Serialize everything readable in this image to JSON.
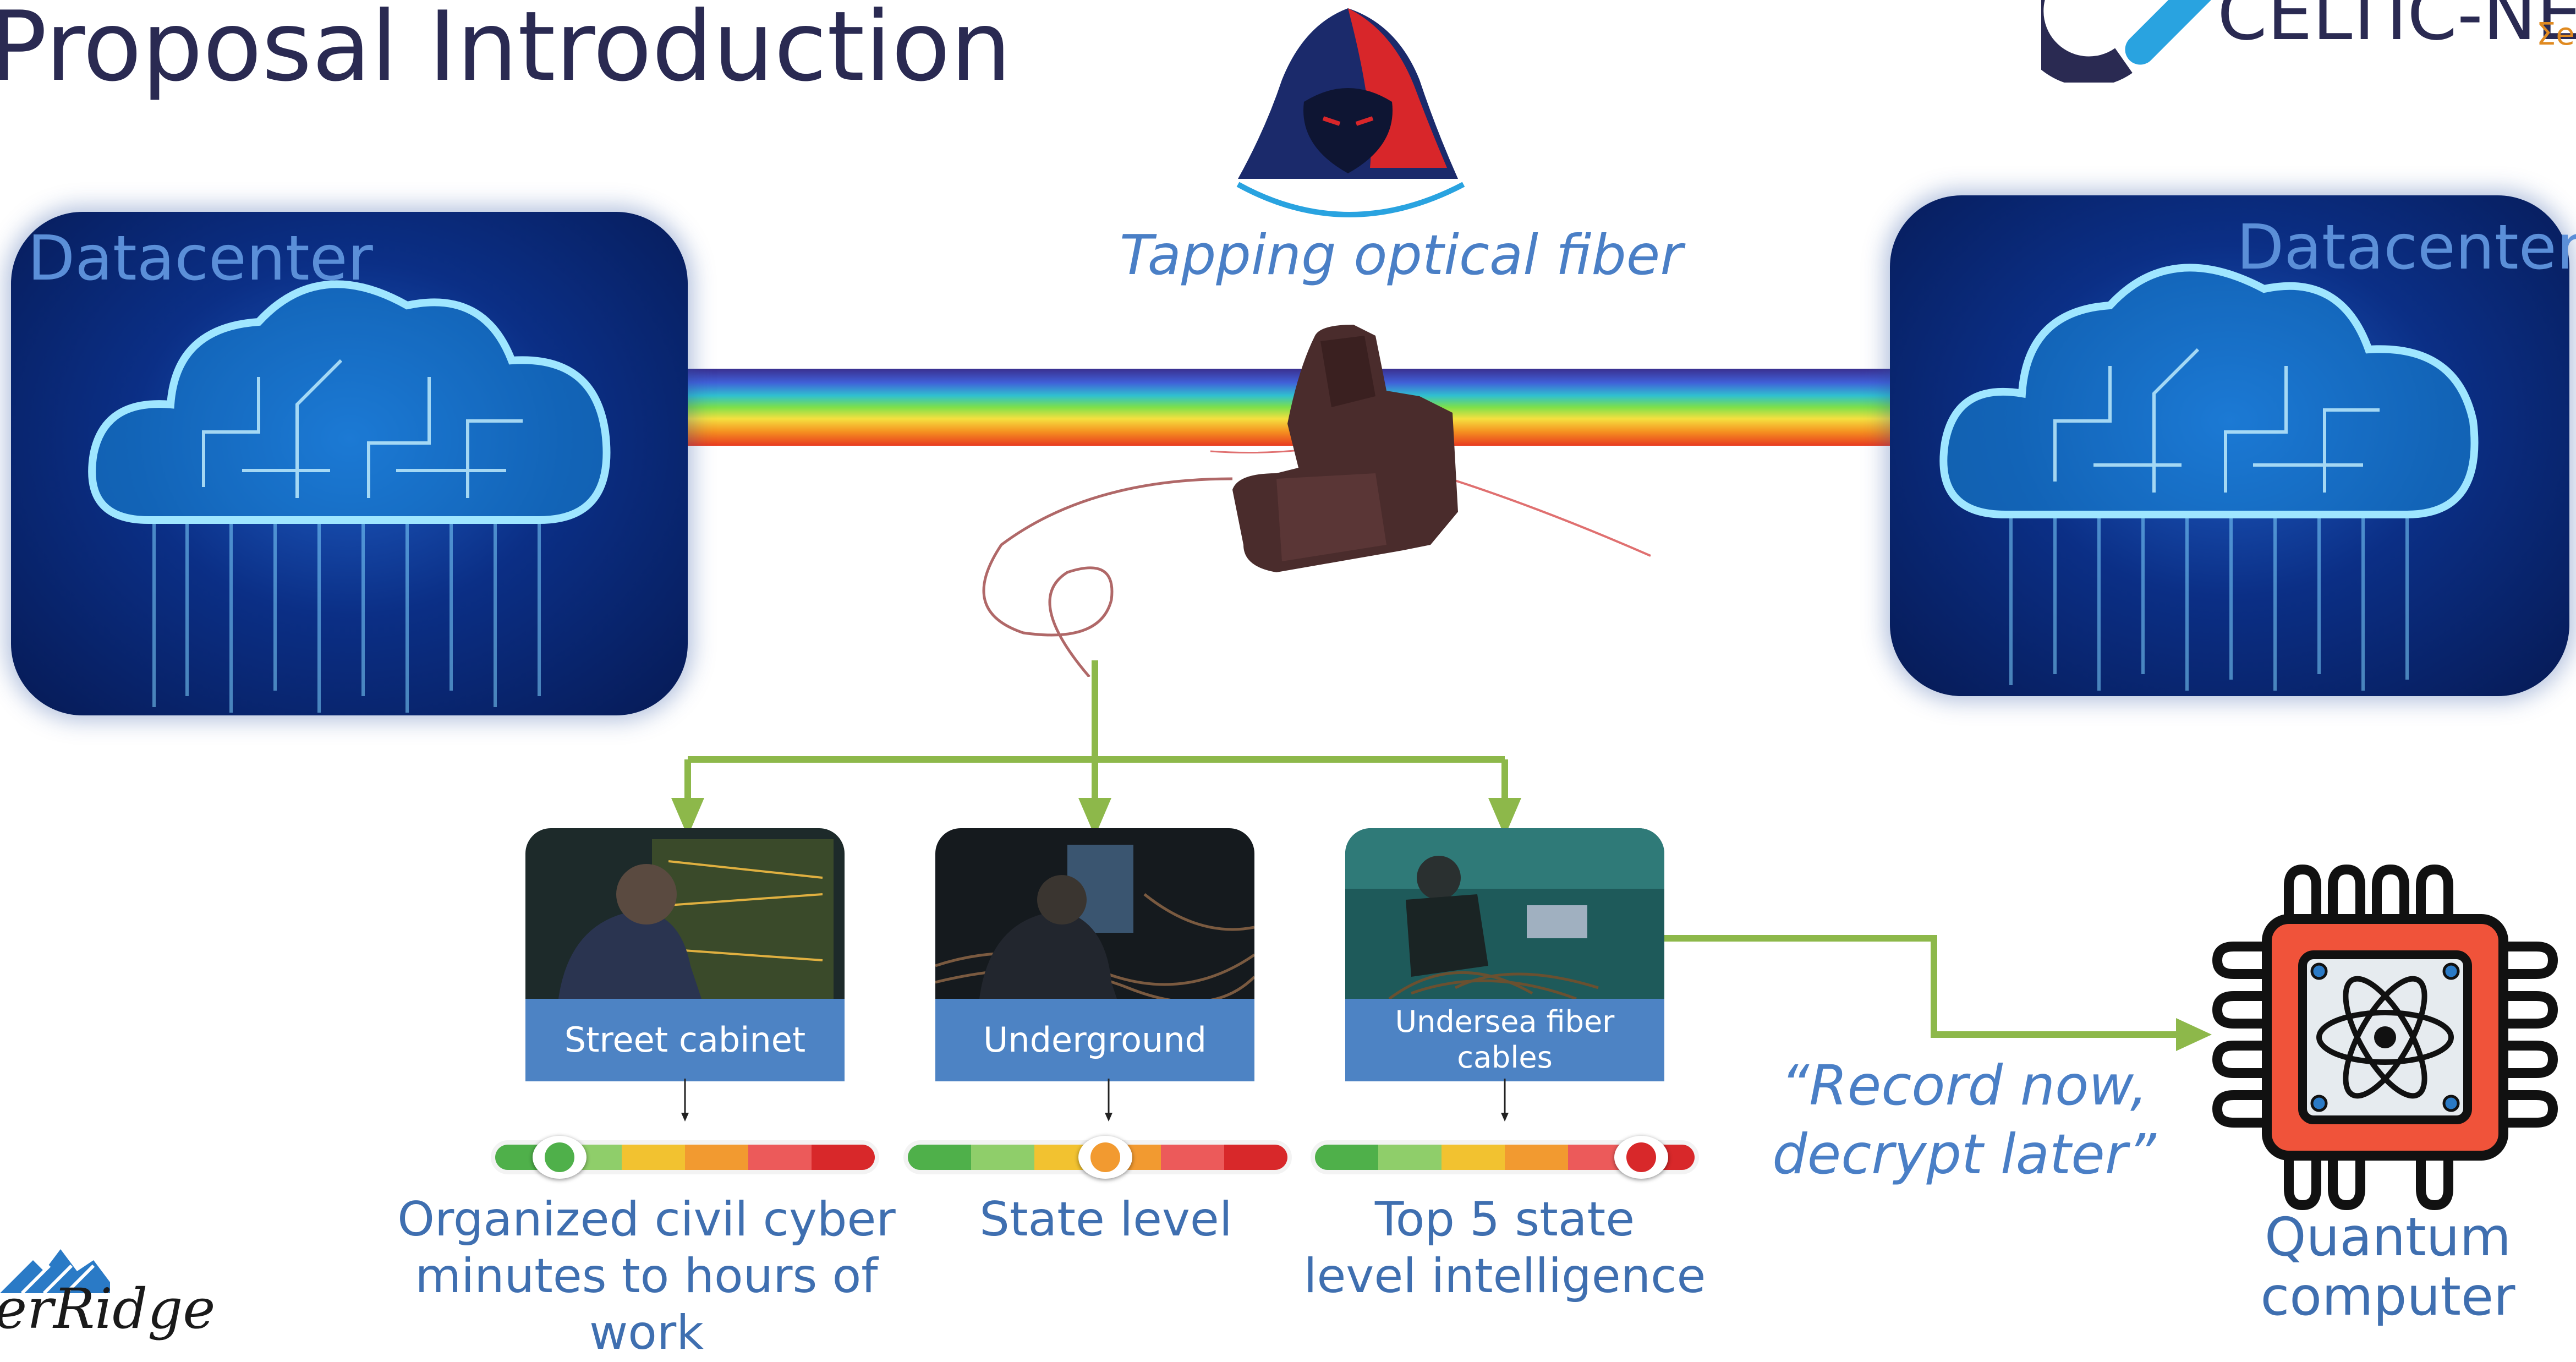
{
  "slide": {
    "title": "Proposal Introduction",
    "tap_label": "Tapping optical fiber",
    "datacenter_left": "Datacenter",
    "datacenter_right": "Datacenter",
    "quote_line1": "“Record now,",
    "quote_line2": "decrypt later”",
    "quantum_line1": "Quantum",
    "quantum_line2": "computer"
  },
  "logos": {
    "top_right_text": "CELTIC-NE",
    "top_right_small": "Σe",
    "bottom_left_text": "erRidge"
  },
  "cards": [
    {
      "label": "Street cabinet",
      "level_line1": "Organized civil cyber",
      "level_line2": "minutes to hours of work",
      "level": 0.17
    },
    {
      "label": "Underground",
      "level_line1": "State level",
      "level_line2": "",
      "level": 0.52
    },
    {
      "label": "Undersea fiber cables",
      "level_line1": "Top 5 state",
      "level_line2": "level intelligence",
      "level": 0.86
    }
  ],
  "icons": {
    "hacker": "hooded-hacker-icon",
    "cloud": "circuit-cloud-icon",
    "tap": "fiber-tap-device-icon",
    "chip": "quantum-chip-icon"
  },
  "colors": {
    "arrow": "#8db84a",
    "band": "#4d83c4",
    "text_blue": "#3f6fb0"
  }
}
